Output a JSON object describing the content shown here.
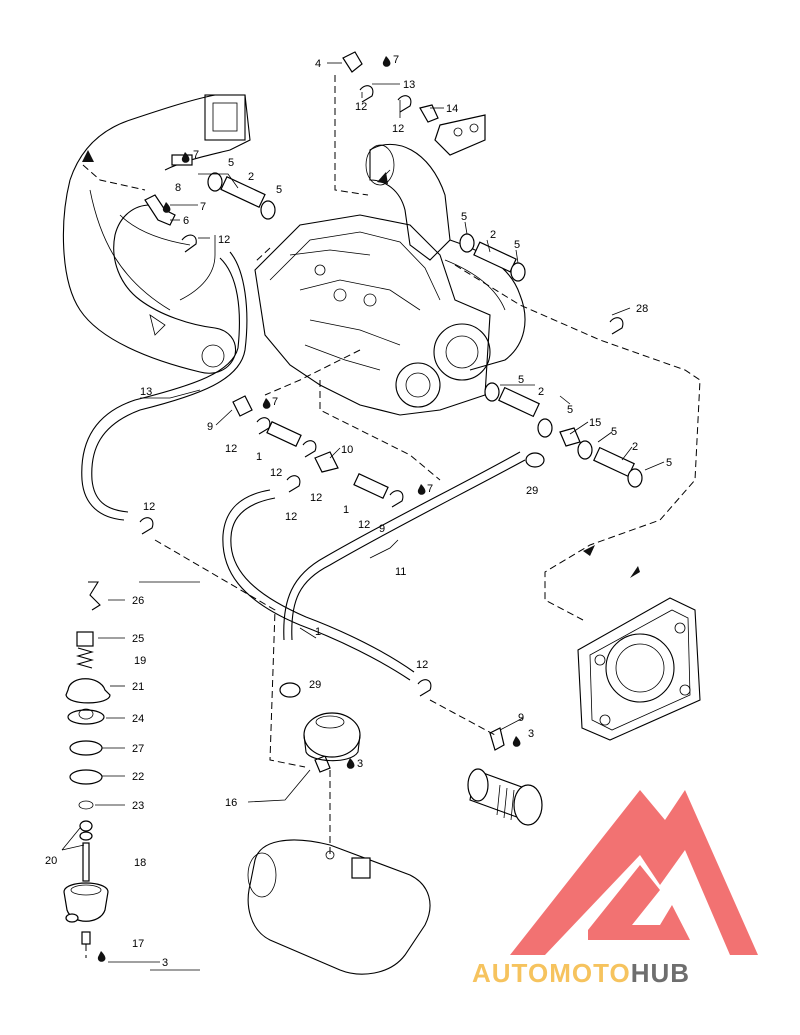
{
  "callouts": [
    "1",
    "2",
    "3",
    "4",
    "5",
    "6",
    "7",
    "8",
    "9",
    "10",
    "11",
    "12",
    "13",
    "14",
    "15",
    "16",
    "17",
    "18",
    "19",
    "20",
    "21",
    "22",
    "23",
    "24",
    "25",
    "26",
    "27",
    "28",
    "29"
  ],
  "watermark": {
    "part1": "AUTO",
    "part2": "MOTO",
    "part3": "HUB",
    "color_auto": "#f5b942",
    "color_moto": "#f5b942",
    "color_hub": "#555555",
    "triangle_color": "#f05a5a"
  }
}
